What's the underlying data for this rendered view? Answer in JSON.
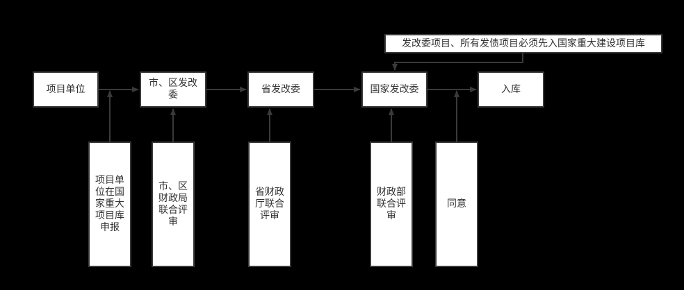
{
  "diagram": {
    "title": "project-debt-approval-flowchart",
    "colors": {
      "background": "#000000",
      "node_fill": "#ffffff",
      "node_border": "#3a3a3a",
      "arrow": "#3a3a3a",
      "text": "#333333"
    },
    "annotation": {
      "label": "发改委项目、所有发债项目必须先入国家重大建设项目库"
    },
    "main_flow": [
      {
        "label": "项目单位"
      },
      {
        "label": "市、区发改委"
      },
      {
        "label": "省发改委"
      },
      {
        "label": "国家发改委"
      },
      {
        "label": "入库"
      }
    ],
    "review_nodes": [
      {
        "label": "项目单位在国家重大项目库申报"
      },
      {
        "label": "市、区财政局联合评审"
      },
      {
        "label": "省财政厅联合评审"
      },
      {
        "label": "财政部联合评审"
      },
      {
        "label": "同意"
      }
    ]
  }
}
